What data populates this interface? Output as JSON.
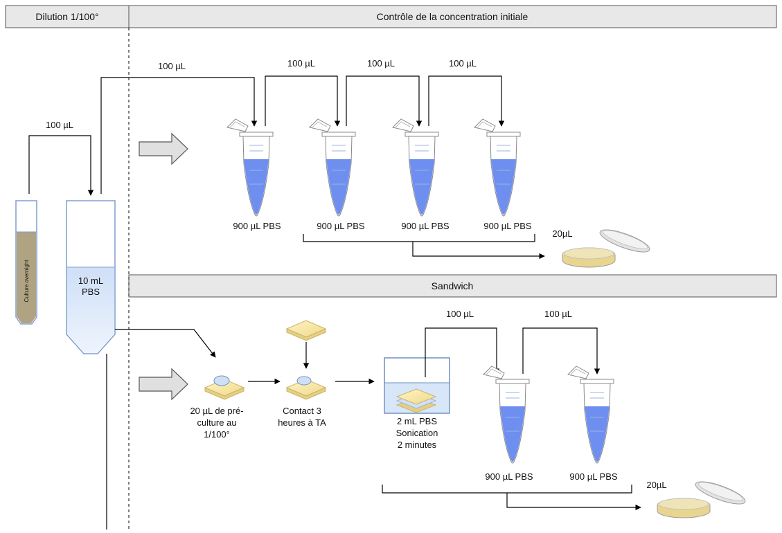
{
  "header": {
    "dilution_title": "Dilution 1/100°",
    "control_title": "Contrôle de la concentration initiale",
    "sandwich_title": "Sandwich"
  },
  "tubes": {
    "culture_label": "Culture overnight",
    "stock_label_line1": "10 mL",
    "stock_label_line2": "PBS",
    "transfer_volume": "100 µL"
  },
  "control": {
    "transfers": [
      "100 µL",
      "100 µL",
      "100 µL",
      "100 µL"
    ],
    "tube_labels": [
      "900 µL  PBS",
      "900 µL  PBS",
      "900 µL  PBS",
      "900 µL  PBS"
    ],
    "plate_volume": "20µL"
  },
  "sandwich": {
    "step1_lines": [
      "20 µL de pré-",
      "culture au",
      "1/100°"
    ],
    "step2_lines": [
      "Contact 3",
      "heures à TA"
    ],
    "bath_lines": [
      "2 mL PBS",
      "Sonication",
      "2 minutes"
    ],
    "transfers": [
      "100 µL",
      "100 µL"
    ],
    "tube_labels": [
      "900 µL  PBS",
      "900 µL  PBS"
    ],
    "plate_volume": "20µL"
  },
  "colors": {
    "header_fill": "#e6e6e6",
    "liquid_blue": "#6f8ff0",
    "tube_fill": "#e4eefb",
    "tube_stroke": "#7f9fcf",
    "culture_brown": "#b0a382",
    "pad_yellow": "#f7e6a5",
    "plate_gray": "#d9d9d9"
  }
}
